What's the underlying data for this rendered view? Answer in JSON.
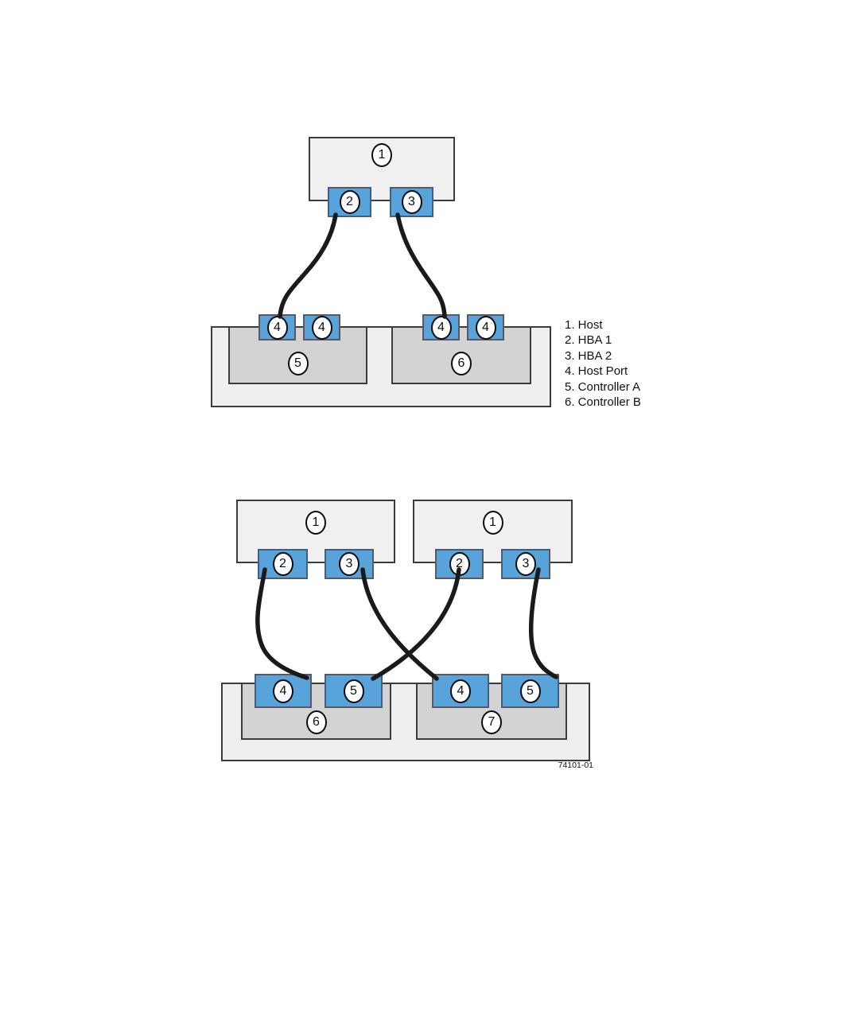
{
  "diagram1": {
    "host_label": "1",
    "hba1_label": "2",
    "hba2_label": "3",
    "port_labels": [
      "4",
      "4",
      "4",
      "4"
    ],
    "controller_a_label": "5",
    "controller_b_label": "6",
    "legend_items": [
      "1. Host",
      "2. HBA 1",
      "3. HBA 2",
      "4. Host Port",
      "5. Controller A",
      "6. Controller B"
    ]
  },
  "diagram2": {
    "host_labels": [
      "1",
      "1"
    ],
    "hba_labels": [
      "2",
      "3",
      "2",
      "3"
    ],
    "port_labels": [
      "4",
      "5",
      "4",
      "5"
    ],
    "controller_labels": [
      "6",
      "7"
    ],
    "figure_number": "74101-01"
  },
  "colors": {
    "port_blue": "#58a3da",
    "blue_border": "#4e5b72",
    "enclosure_gray": "#efefef",
    "controller_gray": "#d3d3d3",
    "cable_black": "#1a1a1a"
  }
}
